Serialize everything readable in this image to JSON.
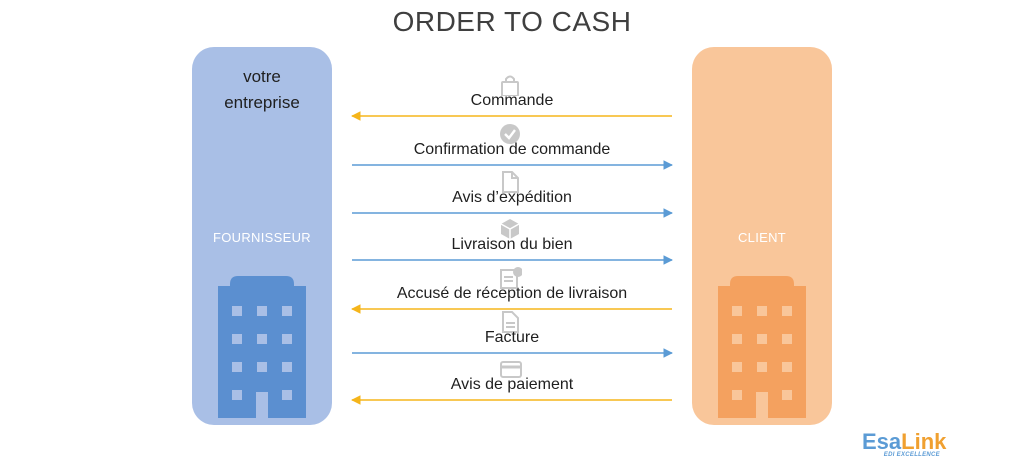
{
  "title": "ORDER TO CASH",
  "supplier": {
    "company_line1": "votre",
    "company_line2": "entreprise",
    "role": "FOURNISSEUR",
    "color": "#a9bfe6",
    "building_color": "#5b8fd0"
  },
  "customer": {
    "role": "CLIENT",
    "color": "#f9c69a",
    "building_color": "#f4a15f"
  },
  "flows": [
    {
      "label": "Commande",
      "direction": "to-supplier",
      "icon": "shopping-bag-icon"
    },
    {
      "label": "Confirmation de commande",
      "direction": "to-client",
      "icon": "checkmark-circle-icon"
    },
    {
      "label": "Avis d’expédition",
      "direction": "to-client",
      "icon": "document-icon"
    },
    {
      "label": "Livraison du bien",
      "direction": "to-client",
      "icon": "package-box-icon"
    },
    {
      "label": "Accusé de réception de livraison",
      "direction": "to-supplier",
      "icon": "receipt-check-icon"
    },
    {
      "label": "Facture",
      "direction": "to-client",
      "icon": "invoice-document-icon"
    },
    {
      "label": "Avis de paiement",
      "direction": "to-supplier",
      "icon": "credit-card-icon"
    }
  ],
  "colors": {
    "to_supplier": "#f5b51b",
    "to_client": "#5b9bd5",
    "title": "#3f3f3f"
  },
  "logo": {
    "part1": "Esa",
    "part2": "Link",
    "tagline": "EDI EXCELLENCE"
  }
}
